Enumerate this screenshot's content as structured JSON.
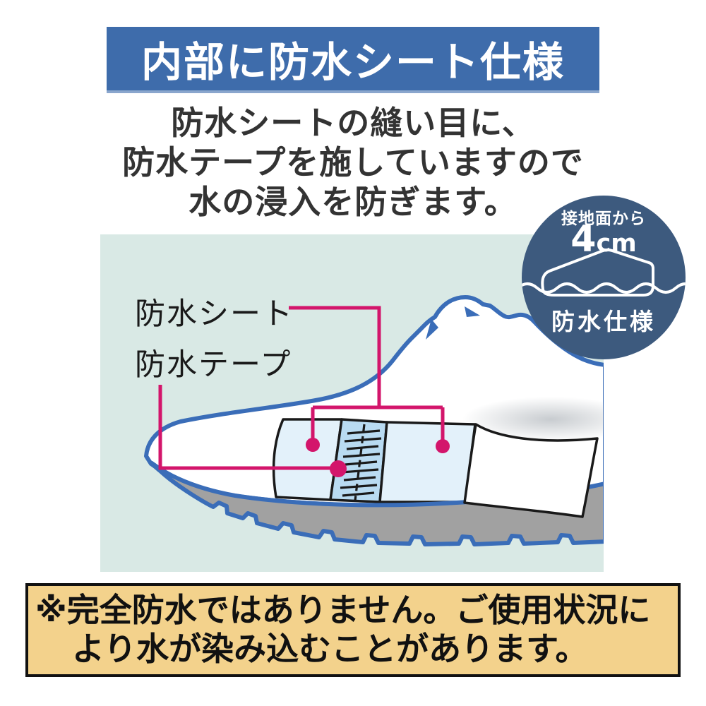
{
  "page": {
    "bg_color": "#ffffff"
  },
  "header": {
    "title": "内部に防水シート仕様",
    "bg_color": "#3e6cab",
    "text_color": "#ffffff"
  },
  "description": {
    "lines": [
      "防水シートの縫い目に、",
      "防水テープを施していますので",
      "水の浸入を防ぎます。"
    ],
    "text_color": "#333333"
  },
  "badge": {
    "top_label": "接地面から",
    "height_value": "4",
    "height_unit": "cm",
    "bottom_label": "防水仕様",
    "bg_color": "#3d5a7e",
    "text_color": "#ffffff",
    "icon": "shoe-above-waterline-icon"
  },
  "diagram": {
    "panel_bg": "#d9e9e5",
    "callout_color": "#d3156b",
    "labels": {
      "sheet": "防水シート",
      "tape": "防水テープ"
    },
    "shoe_colors": {
      "outline": "#3a6db8",
      "body": "#ffffff",
      "sole": "#a1a1a1",
      "sheet_panel": "#e3f1fa",
      "seam_tape": "#b9dbf2",
      "stitch": "#1a1a1a"
    }
  },
  "note": {
    "lines": [
      "※完全防水ではありません。ご使用状況に",
      "より水が染み込むことがあります。"
    ],
    "bg_color": "#f3d28c",
    "border_color": "#111111",
    "text_color": "#111111"
  }
}
